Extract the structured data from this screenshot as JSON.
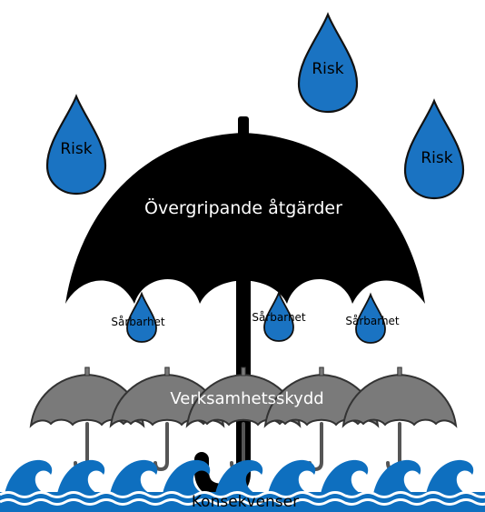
{
  "labels": {
    "risk": "Risk",
    "main_umbrella": "Övergripande åtgärder",
    "vulnerability": "Sårbarhet",
    "small_umbrellas": "Verksamhetsskydd",
    "waves": "Konsekvenser"
  },
  "colors": {
    "background": "#ffffff",
    "drop_fill": "#1a73c2",
    "drop_stroke": "#111111",
    "main_umbrella": "#000000",
    "small_umbrella": "#7a7a7a",
    "small_umbrella_stroke": "#333333",
    "wave_blue": "#0e6fbf",
    "wave_light": "#ffffff",
    "text_light": "#ffffff",
    "text_dark": "#000000"
  },
  "icons": {
    "drop": "rain-drop-icon",
    "umbrella": "umbrella-icon",
    "wave": "wave-icon"
  }
}
